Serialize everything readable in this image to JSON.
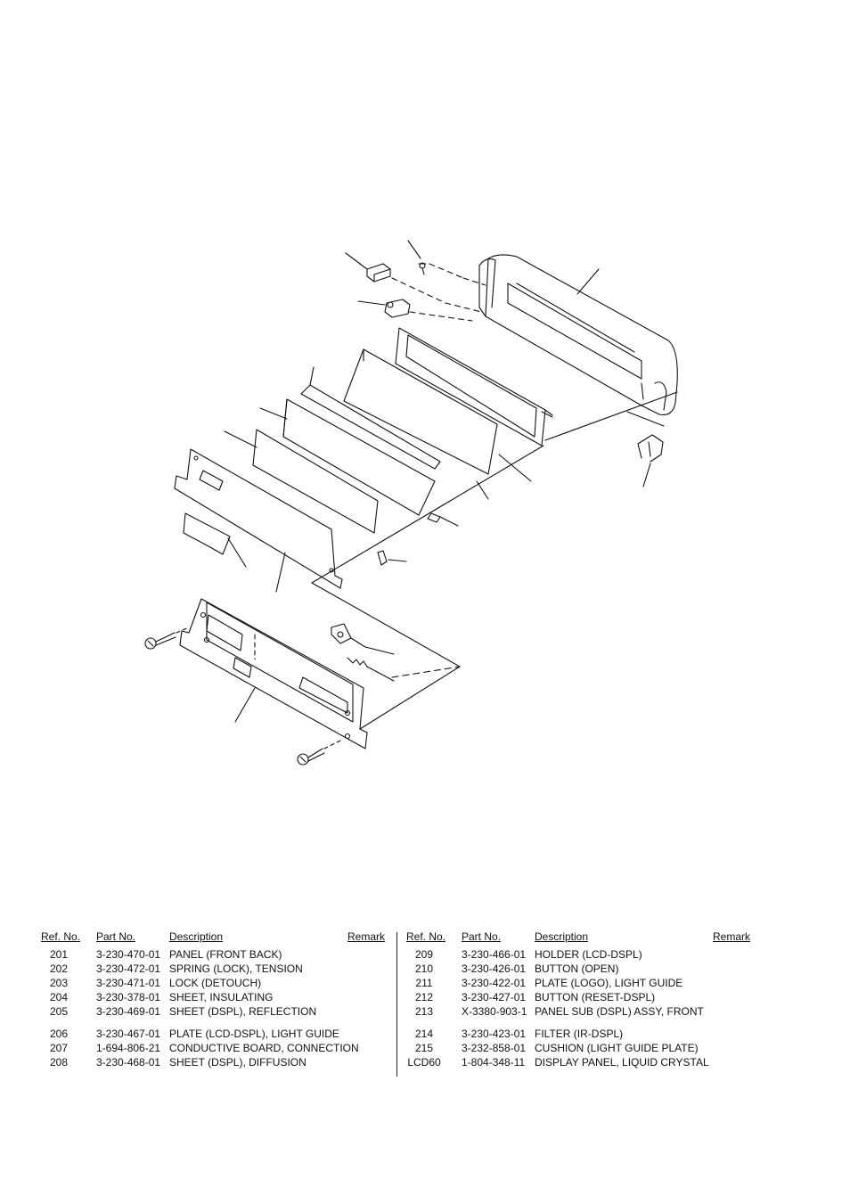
{
  "table": {
    "headers": {
      "ref": "Ref. No.",
      "part": "Part No.",
      "desc": "Description",
      "remark": "Remark"
    },
    "left_rows": [
      {
        "ref": "201",
        "part": "3-230-470-01",
        "desc": "PANEL (FRONT BACK)"
      },
      {
        "ref": "202",
        "part": "3-230-472-01",
        "desc": "SPRING (LOCK), TENSION"
      },
      {
        "ref": "203",
        "part": "3-230-471-01",
        "desc": "LOCK (DETOUCH)"
      },
      {
        "ref": "204",
        "part": "3-230-378-01",
        "desc": "SHEET, INSULATING"
      },
      {
        "ref": "205",
        "part": "3-230-469-01",
        "desc": "SHEET (DSPL), REFLECTION"
      },
      {
        "ref": "206",
        "part": "3-230-467-01",
        "desc": "PLATE (LCD-DSPL), LIGHT GUIDE"
      },
      {
        "ref": "207",
        "part": "1-694-806-21",
        "desc": "CONDUCTIVE BOARD, CONNECTION"
      },
      {
        "ref": "208",
        "part": "3-230-468-01",
        "desc": "SHEET (DSPL), DIFFUSION"
      }
    ],
    "right_rows": [
      {
        "ref": "209",
        "part": "3-230-466-01",
        "desc": "HOLDER (LCD-DSPL)"
      },
      {
        "ref": "210",
        "part": "3-230-426-01",
        "desc": "BUTTON (OPEN)"
      },
      {
        "ref": "211",
        "part": "3-230-422-01",
        "desc": "PLATE (LOGO), LIGHT GUIDE"
      },
      {
        "ref": "212",
        "part": "3-230-427-01",
        "desc": "BUTTON (RESET-DSPL)"
      },
      {
        "ref": "213",
        "part": "X-3380-903-1",
        "desc": "PANEL SUB (DSPL) ASSY, FRONT"
      },
      {
        "ref": "214",
        "part": "3-230-423-01",
        "desc": "FILTER (IR-DSPL)"
      },
      {
        "ref": "215",
        "part": "3-232-858-01",
        "desc": "CUSHION (LIGHT GUIDE PLATE)"
      },
      {
        "ref": "LCD60",
        "part": "1-804-348-11",
        "desc": "DISPLAY PANEL, LIQUID CRYSTAL"
      }
    ]
  }
}
